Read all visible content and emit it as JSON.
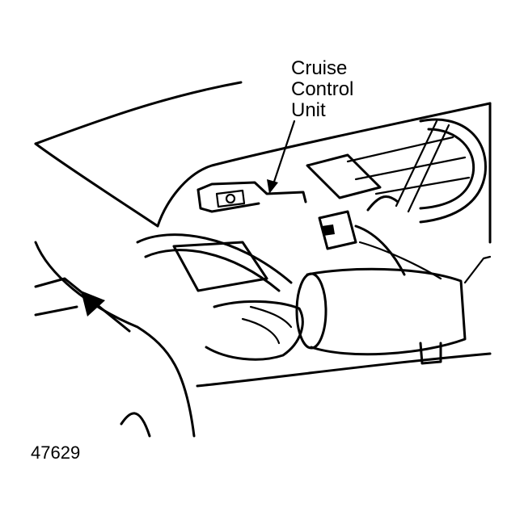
{
  "callout": {
    "line1": "Cruise",
    "line2": "Control",
    "line3": "Unit"
  },
  "figure": {
    "number": "47629"
  },
  "colors": {
    "ink": "#000000",
    "paper": "#ffffff"
  }
}
